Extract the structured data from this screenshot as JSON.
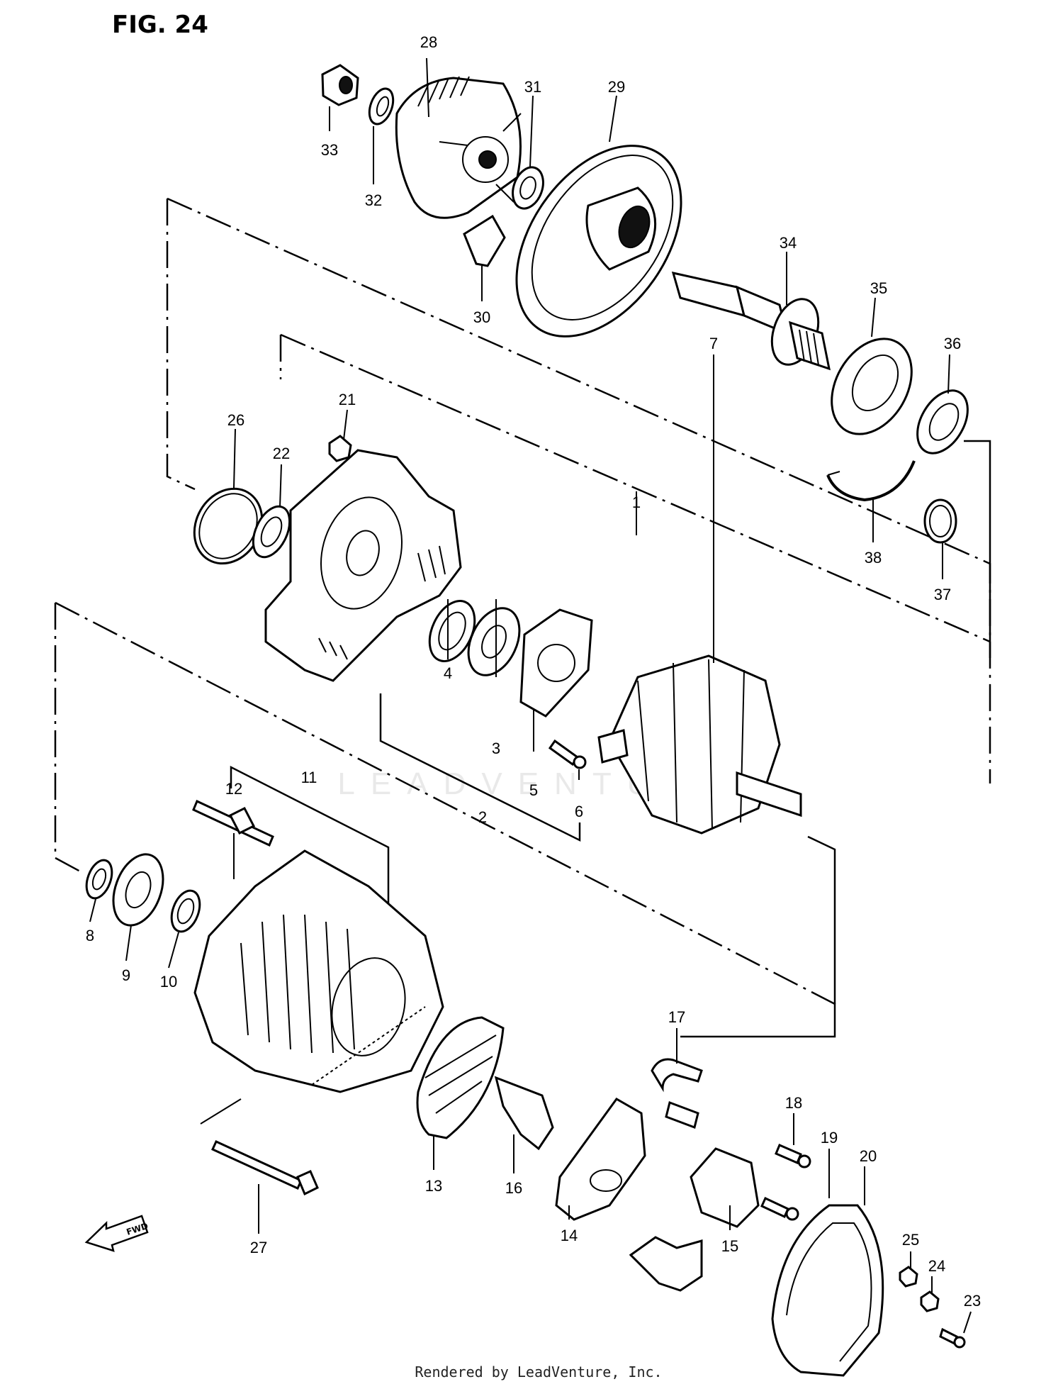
{
  "figure": {
    "title": "FIG. 24"
  },
  "callouts": [
    {
      "id": "1",
      "label": "1"
    },
    {
      "id": "2",
      "label": "2"
    },
    {
      "id": "3",
      "label": "3"
    },
    {
      "id": "4",
      "label": "4"
    },
    {
      "id": "5",
      "label": "5"
    },
    {
      "id": "6",
      "label": "6"
    },
    {
      "id": "7",
      "label": "7"
    },
    {
      "id": "8",
      "label": "8"
    },
    {
      "id": "9",
      "label": "9"
    },
    {
      "id": "10",
      "label": "10"
    },
    {
      "id": "11",
      "label": "11"
    },
    {
      "id": "12",
      "label": "12"
    },
    {
      "id": "13",
      "label": "13"
    },
    {
      "id": "14",
      "label": "14"
    },
    {
      "id": "15",
      "label": "15"
    },
    {
      "id": "16",
      "label": "16"
    },
    {
      "id": "17",
      "label": "17"
    },
    {
      "id": "18",
      "label": "18"
    },
    {
      "id": "19",
      "label": "19"
    },
    {
      "id": "20",
      "label": "20"
    },
    {
      "id": "21",
      "label": "21"
    },
    {
      "id": "22",
      "label": "22"
    },
    {
      "id": "23",
      "label": "23"
    },
    {
      "id": "24",
      "label": "24"
    },
    {
      "id": "25",
      "label": "25"
    },
    {
      "id": "26",
      "label": "26"
    },
    {
      "id": "27",
      "label": "27"
    },
    {
      "id": "28",
      "label": "28"
    },
    {
      "id": "29",
      "label": "29"
    },
    {
      "id": "30",
      "label": "30"
    },
    {
      "id": "31",
      "label": "31"
    },
    {
      "id": "32",
      "label": "32"
    },
    {
      "id": "33",
      "label": "33"
    },
    {
      "id": "34",
      "label": "34"
    },
    {
      "id": "35",
      "label": "35"
    },
    {
      "id": "36",
      "label": "36"
    },
    {
      "id": "37",
      "label": "37"
    },
    {
      "id": "38",
      "label": "38"
    }
  ],
  "front_arrow": {
    "label": "FWD",
    "icon": "front-direction-arrow-icon"
  },
  "watermark": {
    "text": "LEADVENTURE"
  },
  "footer": {
    "text": "Rendered by LeadVenture, Inc."
  }
}
